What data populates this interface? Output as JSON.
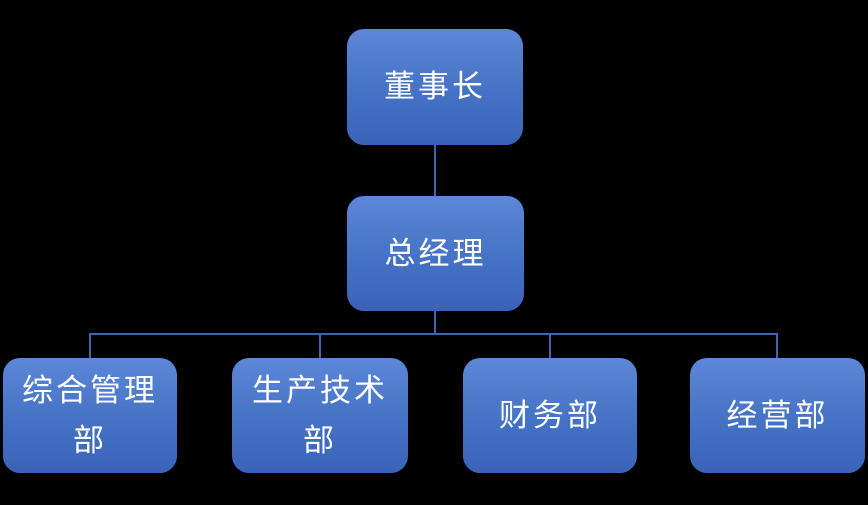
{
  "diagram_type": "organization-chart",
  "colors": {
    "background": "#000000",
    "node_fill_top": "#5d87d8",
    "node_fill": "#4472c4",
    "node_fill_bottom": "#3a63b8",
    "node_text": "#ffffff",
    "connector": "#3e66ae"
  },
  "nodes": {
    "chairman": {
      "label": "董事长"
    },
    "general_manager": {
      "label": "总经理"
    },
    "dept_admin": {
      "label": "综合管理部",
      "display": "综合管理\n部"
    },
    "dept_production": {
      "label": "生产技术部",
      "display": "生产技术\n部"
    },
    "dept_finance": {
      "label": "财务部",
      "display": "财务部"
    },
    "dept_business": {
      "label": "经营部",
      "display": "经营部"
    }
  },
  "edges": [
    {
      "from": "chairman",
      "to": "general_manager"
    },
    {
      "from": "general_manager",
      "to": "dept_admin"
    },
    {
      "from": "general_manager",
      "to": "dept_production"
    },
    {
      "from": "general_manager",
      "to": "dept_finance"
    },
    {
      "from": "general_manager",
      "to": "dept_business"
    }
  ]
}
